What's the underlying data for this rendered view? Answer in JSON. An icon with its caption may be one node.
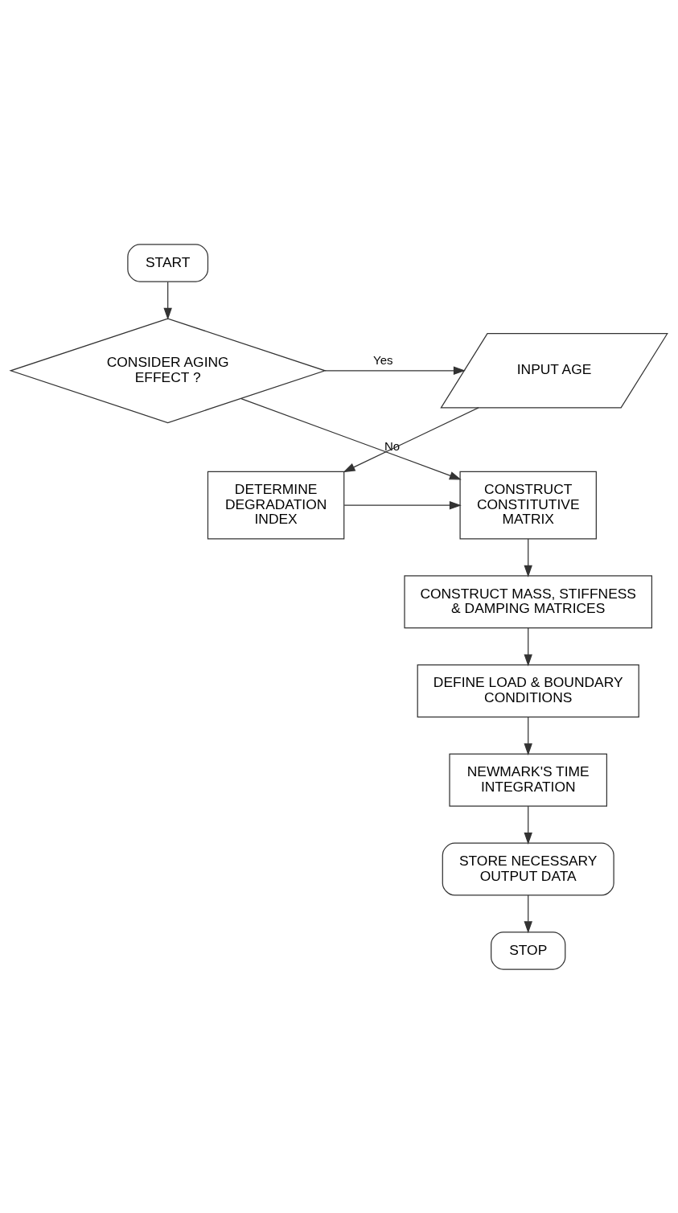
{
  "diagram": {
    "nodes": [
      {
        "text": [
          "START"
        ]
      },
      {
        "text": [
          "CONSIDER AGING EFFECT ?"
        ]
      },
      {
        "text": [
          "INPUT AGE"
        ]
      },
      {
        "text": [
          "DETERMINE DEGRADATION INDEX"
        ]
      },
      {
        "text": [
          "CONSTRUCT CONSTITUTIVE MATRIX"
        ]
      },
      {
        "text": [
          "CONSTRUCT MASS, STIFFNESS & DAMPING MATRICES"
        ]
      },
      {
        "text": [
          "DEFINE LOAD & BOUNDARY CONDITIONS"
        ]
      },
      {
        "text": [
          "NEWMARK'S TIME INTEGRATION"
        ]
      },
      {
        "text": [
          "STORE NECESSARY OUTPUT DATA"
        ]
      },
      {
        "text": [
          "STOP"
        ]
      }
    ],
    "edges": [
      {
        "from": 0,
        "to": 1,
        "arrow": "to"
      },
      {
        "from": 1,
        "to": 2,
        "arrow": "to",
        "label": "Yes"
      },
      {
        "from": 2,
        "to": 3,
        "arrow": "to"
      },
      {
        "from": 3,
        "to": 4,
        "arrow": "to"
      },
      {
        "from": 1,
        "to": 4,
        "arrow": "to",
        "label": "No"
      },
      {
        "from": 4,
        "to": 5,
        "arrow": "to"
      },
      {
        "from": 5,
        "to": 6,
        "arrow": "to"
      },
      {
        "from": 6,
        "to": 7,
        "arrow": "to"
      },
      {
        "from": 7,
        "to": 8,
        "arrow": "to"
      },
      {
        "from": 8,
        "to": 9,
        "arrow": "to"
      }
    ]
  }
}
